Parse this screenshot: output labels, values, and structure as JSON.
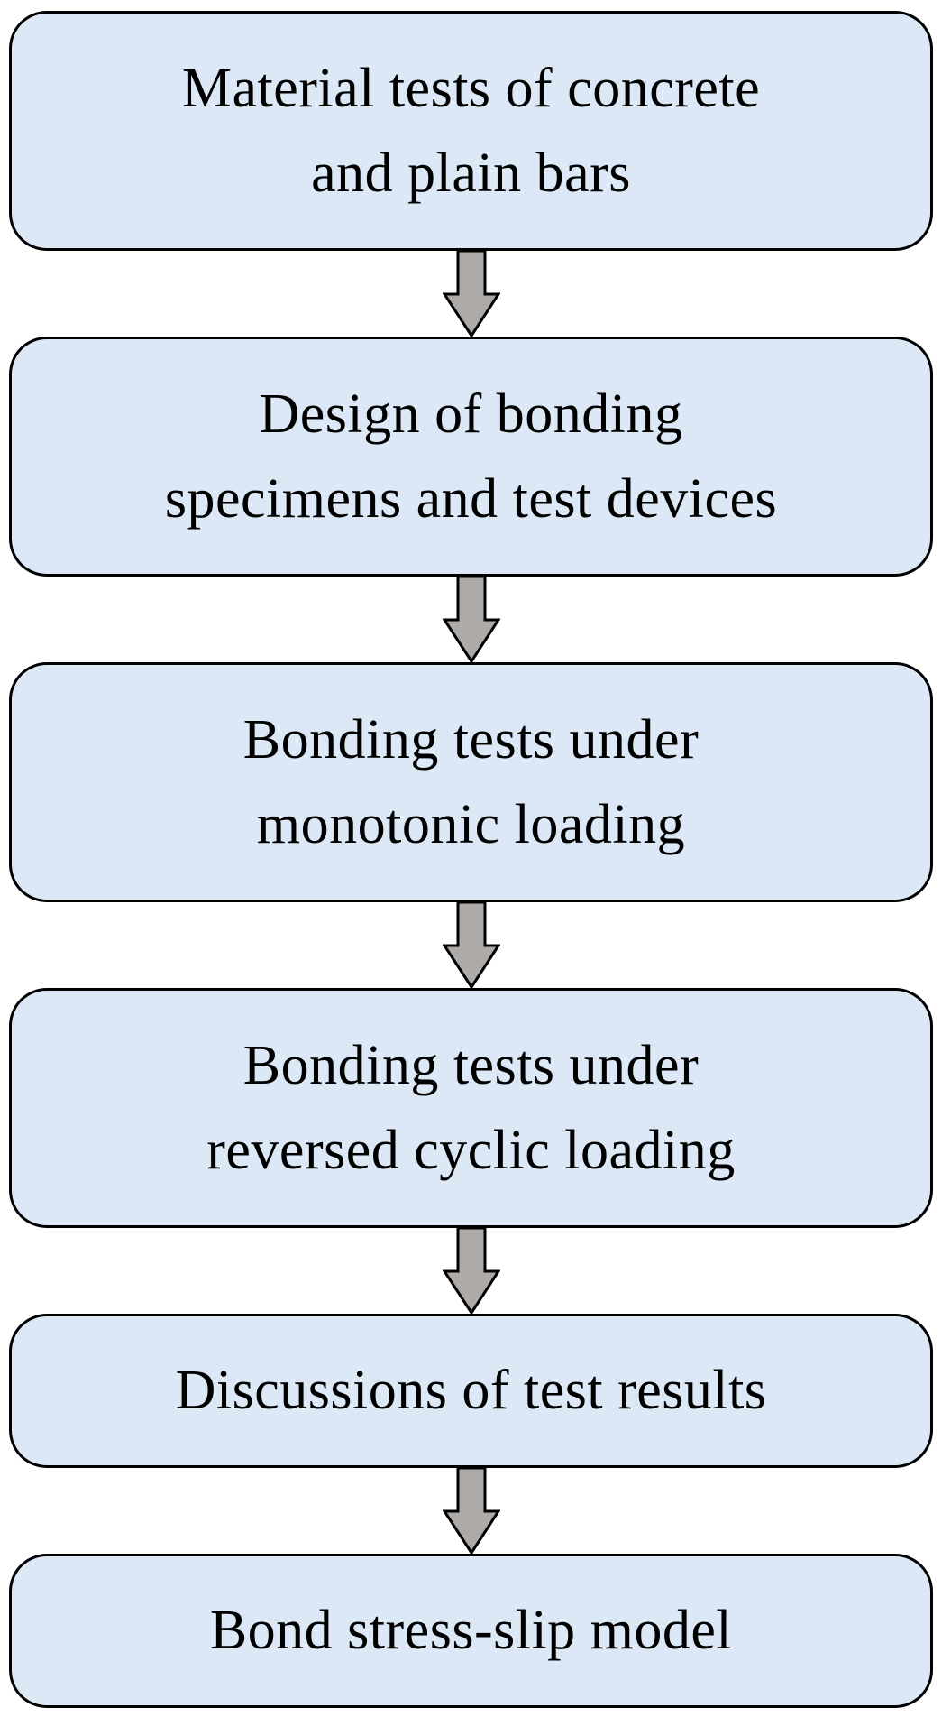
{
  "flowchart": {
    "steps": [
      {
        "label": "Material tests of concrete\nand plain bars"
      },
      {
        "label": "Design of bonding\nspecimens and test devices"
      },
      {
        "label": "Bonding tests under\nmonotonic loading"
      },
      {
        "label": "Bonding tests under\nreversed cyclic loading"
      },
      {
        "label": "Discussions of test results"
      },
      {
        "label": "Bond stress-slip model"
      }
    ],
    "colors": {
      "box_fill": "#dce8f5",
      "box_border": "#000000",
      "arrow_fill": "#aeaaa8",
      "arrow_border": "#000000",
      "text": "#000000",
      "background": "#ffffff"
    }
  }
}
